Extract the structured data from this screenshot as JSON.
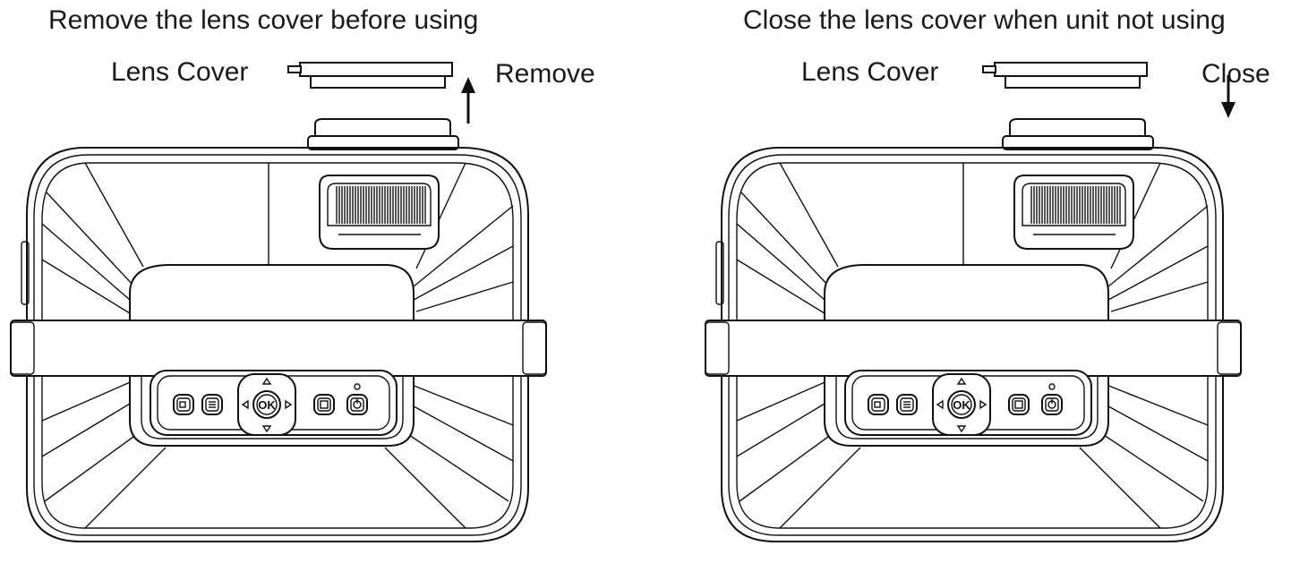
{
  "colors": {
    "line": "#111111",
    "background": "#ffffff"
  },
  "panels": [
    {
      "caption": "Remove the lens cover before using",
      "cover_label": "Lens Cover",
      "action_label": "Remove",
      "arrow_direction": "up",
      "arrow_icon": "arrow-up-icon"
    },
    {
      "caption": "Close the lens cover when unit not using",
      "cover_label": "Lens Cover",
      "action_label": "Close",
      "arrow_direction": "down",
      "arrow_icon": "arrow-down-icon"
    }
  ],
  "control_panel": {
    "center_button": "OK",
    "icons": [
      "input-source-icon",
      "menu-icon",
      "dpad-left-icon",
      "dpad-up-icon",
      "dpad-right-icon",
      "dpad-down-icon",
      "back-icon",
      "power-icon",
      "power-indicator-icon"
    ]
  }
}
